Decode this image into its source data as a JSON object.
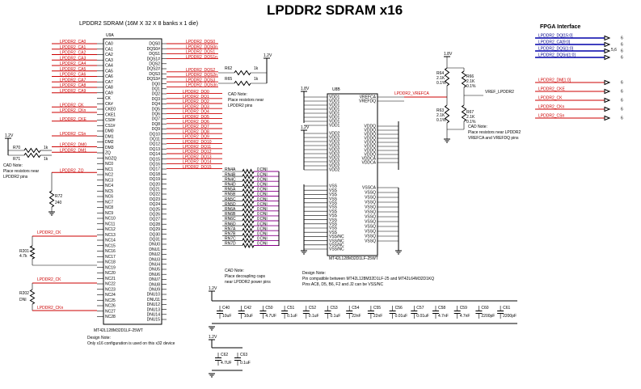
{
  "title": "LPDDR2 SDRAM x16",
  "u9": {
    "header": "LPDDR2 SDRAM (16M X 32 X 8 banks x 1 die)",
    "refdes": "U9A",
    "part": "MT42L128M32D1LF-25WT",
    "left_pins": [
      "CA0",
      "CA1",
      "CA2",
      "CA3",
      "CA4",
      "CA5",
      "CA6",
      "CA7",
      "CA8",
      "CA9",
      "CK",
      "CK#",
      "CKE0",
      "CKE1",
      "CS0#",
      "CS1#",
      "DM0",
      "DM1",
      "DM2",
      "DM3",
      "ZQ",
      "NOZQ",
      "NC0",
      "NC1",
      "NC2",
      "NC3",
      "NC4",
      "NC5",
      "NC6",
      "NC7",
      "NC8",
      "NC9",
      "NC10",
      "NC11",
      "NC12",
      "NC13",
      "NC14",
      "NC15",
      "NC16",
      "NC17",
      "NC18",
      "NC19",
      "NC20",
      "NC21",
      "NC22",
      "NC23",
      "NC24",
      "NC25",
      "NC26",
      "NC27",
      "NC28"
    ],
    "right_pins": [
      "DQS0",
      "DQS0#",
      "DQS1",
      "DQS1#",
      "DQS2",
      "DQS2#",
      "DQS3",
      "DQS3#",
      "DQ0",
      "DQ1",
      "DQ2",
      "DQ3",
      "DQ4",
      "DQ5",
      "DQ6",
      "DQ7",
      "DQ8",
      "DQ9",
      "DQ10",
      "DQ11",
      "DQ12",
      "DQ13",
      "DQ14",
      "DQ15",
      "DQ16",
      "DQ17",
      "DQ18",
      "DQ19",
      "DQ20",
      "DQ21",
      "DQ22",
      "DQ23",
      "DQ24",
      "DQ25",
      "DQ26",
      "DQ27",
      "DQ28",
      "DQ29",
      "DQ30",
      "DQ31",
      "DNU0",
      "DNU1",
      "DNU2",
      "DNU3",
      "DNU4",
      "DNU5",
      "DNU6",
      "DNU7",
      "DNU8",
      "DNU9",
      "DNU10",
      "DNU11",
      "DNU12",
      "DNU13",
      "DNU14",
      "DNU15"
    ]
  },
  "net_labels": {
    "ca": [
      "LPDDR2_CA0",
      "LPDDR2_CA1",
      "LPDDR2_CA2",
      "LPDDR2_CA3",
      "LPDDR2_CA4",
      "LPDDR2_CA5",
      "LPDDR2_CA6",
      "LPDDR2_CA7",
      "LPDDR2_CA8",
      "LPDDR2_CA9"
    ],
    "ck": [
      "LPDDR2_CK",
      "LPDDR2_CKn"
    ],
    "cke": "LPDDR2_CKE",
    "cs": "LPDDR2_CSn",
    "dm": [
      "LPDDR2_DM0",
      "LPDDR2_DM1"
    ],
    "zq": "LPDDR2_ZQ",
    "dqs": [
      "LPDDR2_DQS0",
      "LPDDR2_DQS0n",
      "LPDDR2_DQS1",
      "LPDDR2_DQS1n"
    ],
    "dqs_term": [
      "LPDDR2_DQS2",
      "LPDDR2_DQS2n",
      "LPDDR2_DQS3",
      "LPDDR2_DQS3n"
    ],
    "dq": [
      "LPDDR2_DQ0",
      "LPDDR2_DQ1",
      "LPDDR2_DQ2",
      "LPDDR2_DQ3",
      "LPDDR2_DQ4",
      "LPDDR2_DQ5",
      "LPDDR2_DQ6",
      "LPDDR2_DQ7",
      "LPDDR2_DQ8",
      "LPDDR2_DQ9",
      "LPDDR2_DQ10",
      "LPDDR2_DQ11",
      "LPDDR2_DQ12",
      "LPDDR2_DQ13",
      "LPDDR2_DQ14",
      "LPDDR2_DQ15"
    ],
    "rn": [
      "RN4A",
      "RN4B",
      "RN4C",
      "RN4D",
      "RN5A",
      "RN5B",
      "RN5C",
      "RN5D",
      "RN6A",
      "RN6B",
      "RN6C",
      "RN6D",
      "RN7A",
      "RN7B",
      "RN7C",
      "RN7D"
    ],
    "rn_val": "0 DNI",
    "ck_left": "LPDDR2_CK",
    "ck_left2": "LPDDR2_CKn",
    "vref": "LPDDR2_VREFCA",
    "vref2": "VREF_LPDDR2"
  },
  "u8": {
    "refdes": "U8B",
    "part": "MT42L128M32D1LF-25WT",
    "vdd1": [
      "VDD1",
      "VDD1",
      "VDD1",
      "VDD1",
      "VDD1",
      "VDD1",
      "VDD1",
      "VDD1"
    ],
    "vdd2": [
      "VDD2",
      "VDD2",
      "VDD2",
      "VDD2",
      "VDD2",
      "VDD2",
      "VDD2",
      "VDD2",
      "VDD2",
      "VDD2"
    ],
    "vss": [
      "VSS",
      "VSS",
      "VSS",
      "VSS",
      "VSS",
      "VSS",
      "VSS",
      "VSS",
      "VSS",
      "VSS",
      "VSS",
      "VSS",
      "VSS/NC",
      "VSS/NC",
      "VSS/NC",
      "VSS/NC"
    ],
    "vref": [
      "VREFCA",
      "VREFDQ"
    ],
    "vddq": [
      "VDDQ",
      "VDDQ",
      "VDDQ",
      "VDDQ",
      "VDDQ",
      "VDDQ",
      "VDDQ",
      "VDDQ"
    ],
    "vddca": [
      "VDDCA",
      "VDDCA"
    ],
    "vssq": [
      "VSSCA",
      "VSSQ",
      "VSSQ",
      "VSSQ",
      "VSSQ",
      "VSSQ",
      "VSSQ",
      "VSSQ",
      "VSSQ",
      "VSSQ",
      "VSSQ",
      "VSSQ"
    ]
  },
  "resistors": {
    "r70": [
      "R70",
      "1k"
    ],
    "r71": [
      "R71",
      "1k"
    ],
    "r72": [
      "R72",
      "240"
    ],
    "r201": [
      "R201",
      "4.7k"
    ],
    "r202": [
      "R202",
      "DNI"
    ],
    "r62": [
      "R62",
      "1k"
    ],
    "r65": [
      "R65",
      "1k"
    ],
    "r64": [
      "R64",
      "2.1K",
      "0.1%"
    ],
    "r63": [
      "R63",
      "2.1K",
      "0.1%"
    ],
    "r66": [
      "R66",
      "2.1K",
      "0.1%"
    ],
    "r67": [
      "R67",
      "2.1K",
      "0.1%"
    ]
  },
  "rails": {
    "v12": "1.2V",
    "v18": "1.8V"
  },
  "caps_row": [
    {
      "ref": "C40",
      "val": "10uF"
    },
    {
      "ref": "C42",
      "val": "10uF"
    },
    {
      "ref": "C50",
      "val": "4.7UF"
    },
    {
      "ref": "C51",
      "val": "0.1uF"
    },
    {
      "ref": "C52",
      "val": "0.1uF"
    },
    {
      "ref": "C53",
      "val": "0.1uF"
    },
    {
      "ref": "C54",
      "val": "22nF"
    },
    {
      "ref": "C55",
      "val": "22nF"
    },
    {
      "ref": "C56",
      "val": "0.01uF"
    },
    {
      "ref": "C57",
      "val": "0.01uF"
    },
    {
      "ref": "C58",
      "val": "4.7nF"
    },
    {
      "ref": "C59",
      "val": "4.7nF"
    },
    {
      "ref": "C60",
      "val": "2200pF"
    },
    {
      "ref": "C61",
      "val": "2200pF"
    }
  ],
  "caps_small": [
    {
      "ref": "C62",
      "val": "4.7UF"
    },
    {
      "ref": "C63",
      "val": "0.1uF"
    }
  ],
  "fpga": {
    "title": "FPGA Interface",
    "bus": [
      "LPDDR2_DQ[15:0]",
      "LPDDR2_CA[9:0]",
      "LPDDR2_DQS[1:0]",
      "LPDDR2_DQSn[1:0]"
    ],
    "single": [
      "LPDDR2_DM[1:0]",
      "LPDDR2_CKE",
      "LPDDR2_CK",
      "LPDDR2_CKn",
      "LPDDR2_CSn"
    ],
    "page_refs": [
      "6",
      "6",
      "6",
      "6",
      "6",
      "6",
      "6",
      "6",
      "6"
    ],
    "page_ref_extra": "5,6"
  },
  "notes": {
    "cad1": [
      "CAD Note:",
      "Place resistors near",
      "LPDDR2 pins"
    ],
    "cad2": [
      "CAD Note:",
      "Place resistors near",
      "LPDDR2 pins"
    ],
    "cad3": [
      "CAD Note:",
      "Place decoupling caps",
      "near LPDDR2 power pins"
    ],
    "cad4": [
      "CAD Note:",
      "Place resistors near LPDDR2",
      "VREFCA and VREFDQ pins"
    ],
    "design1": [
      "Design Note:",
      "Pin compatible between MT42L128M32D1LF-25 and MT42L64M32D1KQ",
      "Pins AC8, D5, B6, F2 and J2 can be VSS/NC"
    ],
    "design2": [
      "Design Note:",
      "Only x16 configuration is used on this x32 device"
    ]
  }
}
